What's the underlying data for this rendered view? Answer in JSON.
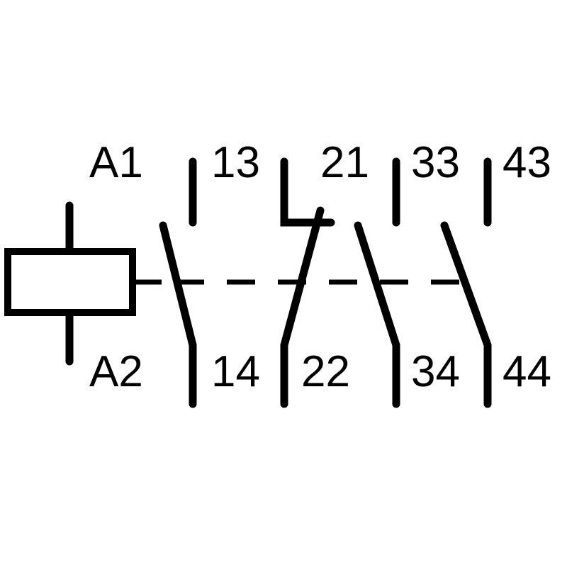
{
  "coil": {
    "top_terminal": "A1",
    "bottom_terminal": "A2"
  },
  "contacts": [
    {
      "type": "normally-open",
      "top_terminal": "13",
      "bottom_terminal": "14"
    },
    {
      "type": "normally-closed",
      "top_terminal": "21",
      "bottom_terminal": "22"
    },
    {
      "type": "normally-open",
      "top_terminal": "33",
      "bottom_terminal": "34"
    },
    {
      "type": "normally-open",
      "top_terminal": "43",
      "bottom_terminal": "44"
    }
  ],
  "colors": {
    "line": "#000000",
    "background": "#ffffff"
  }
}
